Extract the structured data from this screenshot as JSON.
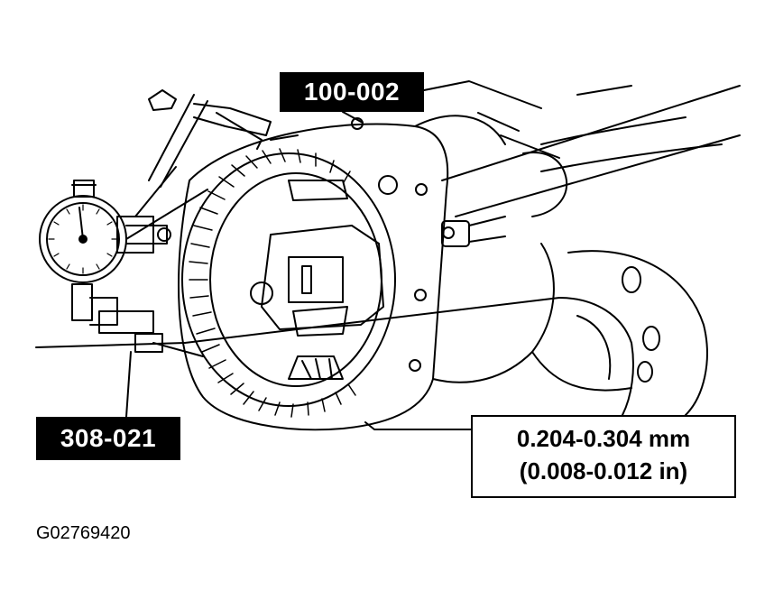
{
  "labels": {
    "tool_top": "100-002",
    "tool_left": "308-021"
  },
  "spec": {
    "metric": "0.204-0.304 mm",
    "imperial": "(0.008-0.012 in)"
  },
  "figure_id": "G02769420",
  "icons": [
    "dial-indicator-icon",
    "ring-gear-icon",
    "differential-housing-icon",
    "axle-tube-icon"
  ],
  "colors": {
    "ink": "#000000",
    "paper": "#ffffff"
  }
}
